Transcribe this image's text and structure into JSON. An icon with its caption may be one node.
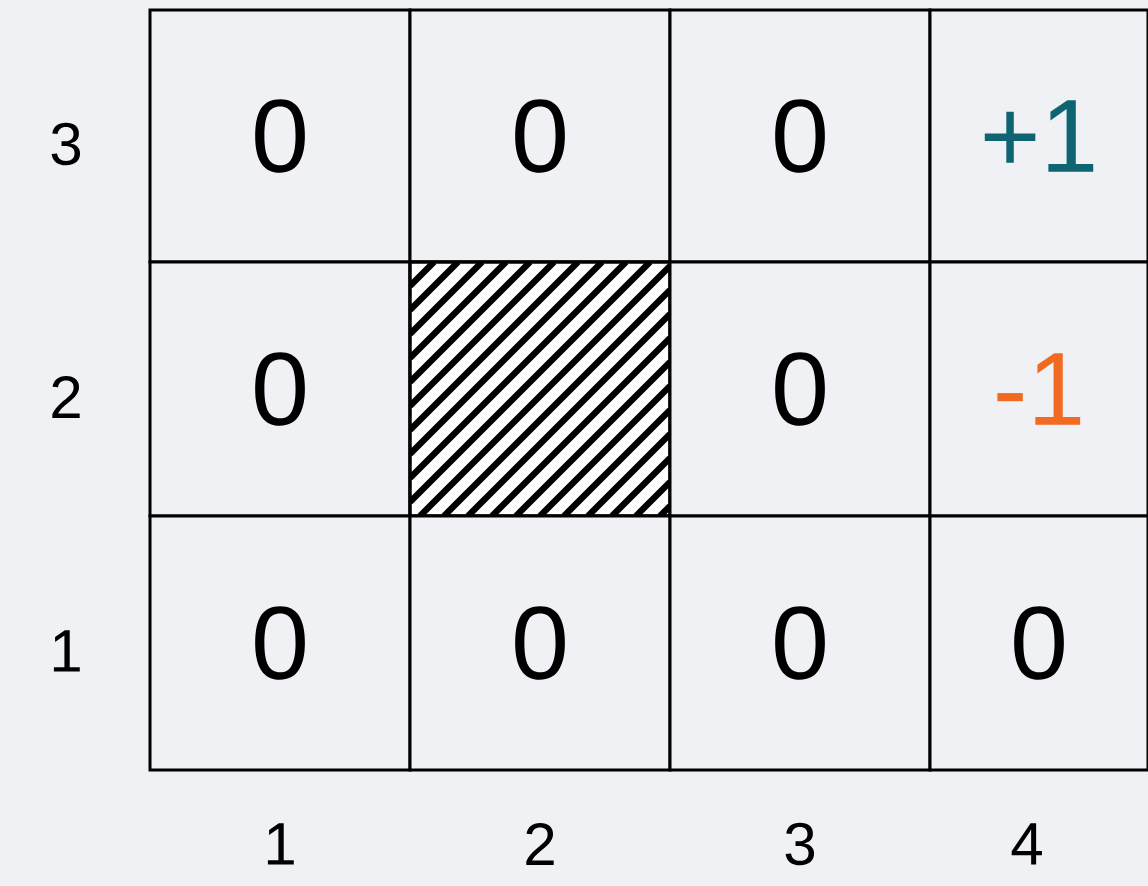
{
  "diagram": {
    "nodes": [
      {
        "text": [
          "0"
        ]
      },
      {
        "text": [
          "0"
        ]
      },
      {
        "text": [
          "0"
        ]
      },
      {
        "text": [
          "+1"
        ]
      },
      {
        "text": [
          "0"
        ]
      },
      {
        "text": [],
        "shape": "box"
      },
      {
        "text": [
          "0"
        ]
      },
      {
        "text": [
          "-1"
        ]
      },
      {
        "text": [
          "0"
        ]
      },
      {
        "text": [
          "0"
        ]
      },
      {
        "text": [
          "0"
        ]
      },
      {
        "text": [
          "0"
        ]
      }
    ],
    "labels": [
      "3",
      "2",
      "1",
      "1",
      "2",
      "3",
      "4"
    ]
  }
}
